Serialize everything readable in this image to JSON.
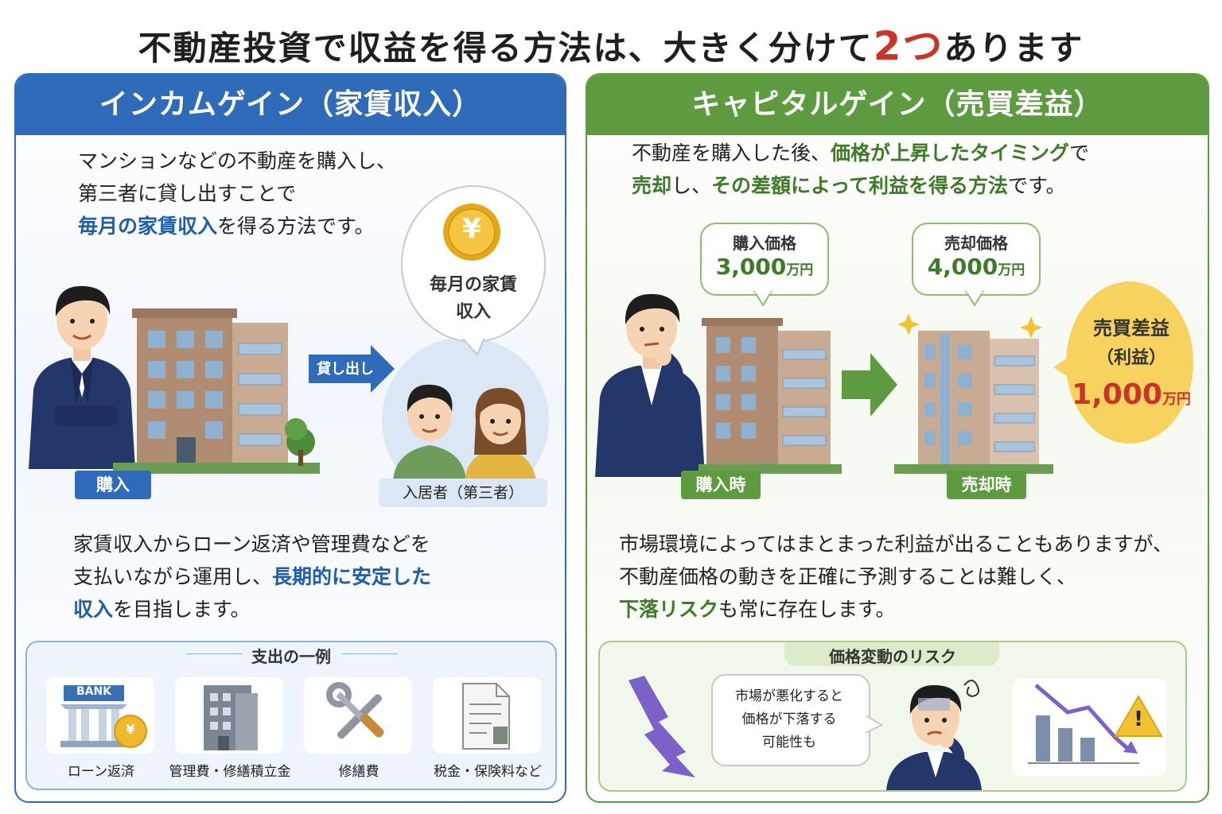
{
  "title": {
    "main": "不動産投資で収益を得る方法は、大きく分けて",
    "num": "2つ",
    "tail": "あります"
  },
  "income": {
    "heading": "インカムゲイン（家賃収入）",
    "desc_line1": "マンションなどの不動産を購入し、",
    "desc_line2": "第三者に貸し出すことで",
    "desc_line3_bold": "毎月の家賃収入",
    "desc_line3_rest": "を得る方法です。",
    "coin_symbol": "¥",
    "bubble_line1": "毎月の家賃",
    "bubble_line2": "収入",
    "arrow_label": "貸し出し",
    "tag_purchase": "購入",
    "tag_tenant": "入居者（第三者）",
    "body_line1": "家賃収入からローン返済や管理費などを",
    "body_line2_plain": "支払いながら運用し、",
    "body_line2_bold": "長期的に安定した",
    "body_line3_bold": "収入",
    "body_line3_rest": "を目指します。",
    "expense_title": "支出の一例",
    "expenses": [
      {
        "label": "ローン返済",
        "icon": "bank-icon",
        "bank_text": "BANK"
      },
      {
        "label": "管理費・修繕積立金",
        "icon": "building-icon"
      },
      {
        "label": "修繕費",
        "icon": "tools-icon"
      },
      {
        "label": "税金・保険料など",
        "icon": "document-icon"
      }
    ]
  },
  "capital": {
    "heading": "キャピタルゲイン（売買差益）",
    "desc_line1_plain": "不動産を購入した後、",
    "desc_line1_bold": "価格が上昇したタイミング",
    "desc_line1_rest": "で",
    "desc_line2_bold1": "売却",
    "desc_line2_plain1": "し、",
    "desc_line2_bold2": "その差額によって利益を得る方法",
    "desc_line2_rest": "です。",
    "buy_price_label": "購入価格",
    "buy_price_value": "3,000",
    "sell_price_label": "売却価格",
    "sell_price_value": "4,000",
    "unit": "万円",
    "profit_line1": "売買差益",
    "profit_line2": "（利益）",
    "profit_value": "1,000",
    "tag_buy": "購入時",
    "tag_sell": "売却時",
    "body_line1": "市場環境によってはまとまった利益が出ることもありますが、",
    "body_line2": "不動産価格の動きを正確に予測することは難しく、",
    "body_line3_bold": "下落リスク",
    "body_line3_rest": "も常に存在します。",
    "risk_title": "価格変動のリスク",
    "risk_bubble_line1": "市場が悪化すると",
    "risk_bubble_line2": "価格が下落する",
    "risk_bubble_line3": "可能性も",
    "warning_symbol": "!"
  },
  "colors": {
    "blue": "#2f6bb8",
    "green": "#5e9a3f",
    "red": "#c8342a",
    "profit_bg": "#f7d25f"
  }
}
